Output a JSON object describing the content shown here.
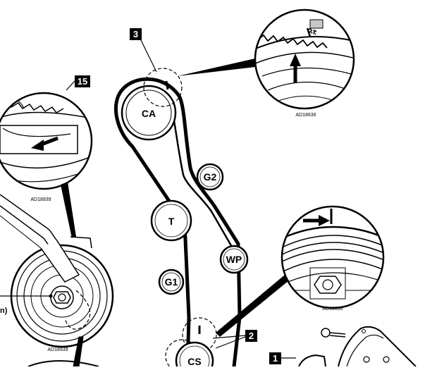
{
  "pulleys": {
    "camshaft": "CA",
    "idler_2": "G2",
    "tensioner": "T",
    "water_pump": "WP",
    "idler_1": "G1",
    "crankshaft": "CS"
  },
  "callouts": {
    "camshaft_mark": "3",
    "crank_mark": "2",
    "tensioner_detail": "15",
    "cover": "1"
  },
  "detail_refs": {
    "camshaft_zoom": "AD18636",
    "crank_zoom": "AD18636",
    "tensioner_zoom": "AD18939",
    "tensioner_assembly": "AD18939"
  },
  "tensioner_label_fragment": "n)",
  "colors": {
    "ink": "#000000",
    "paper": "#ffffff",
    "shade": "#c8c8c8"
  }
}
